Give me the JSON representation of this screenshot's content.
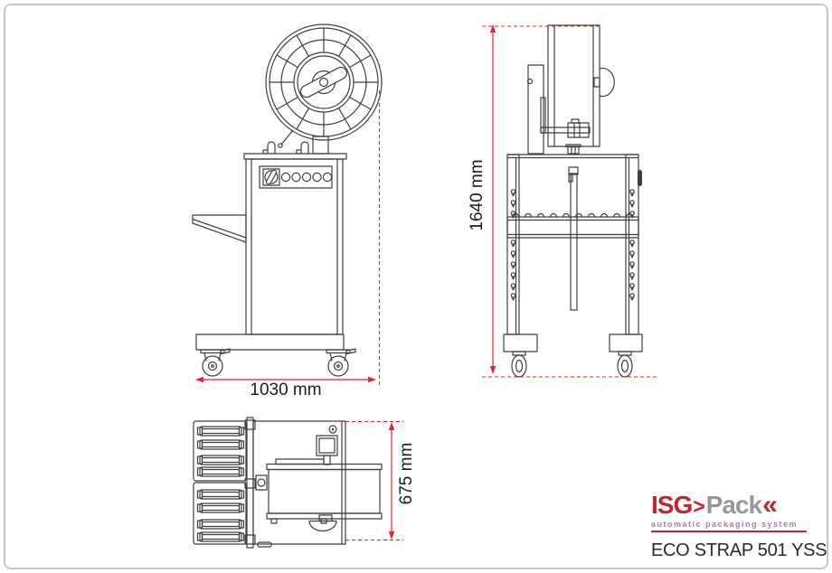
{
  "title": "ECO STRAP 501 YSS technical drawing",
  "theme": {
    "accent_red": "#e8212e",
    "drawing_line_color": "#3f3f3f",
    "frame_border_color": "#c6c6c6",
    "logo_red": "#c4242b",
    "logo_gray": "#97979b",
    "product_text_color": "#2b2b2b",
    "background": "#ffffff"
  },
  "views": {
    "front": {
      "dimension_label": "1030 mm",
      "dimension_value": 1030,
      "unit": "mm",
      "orientation": "horizontal"
    },
    "side": {
      "dimension_label": "1640 mm",
      "dimension_value": 1640,
      "unit": "mm",
      "orientation": "vertical"
    },
    "top": {
      "dimension_label": "675 mm",
      "dimension_value": 675,
      "unit": "mm",
      "orientation": "vertical"
    }
  },
  "branding": {
    "logo_isg": "ISG",
    "logo_chevron": ">",
    "logo_pack": "Pack",
    "logo_end_chevron": "«",
    "tagline": "automatic packaging system",
    "product_name": "ECO STRAP 501 YSS"
  }
}
